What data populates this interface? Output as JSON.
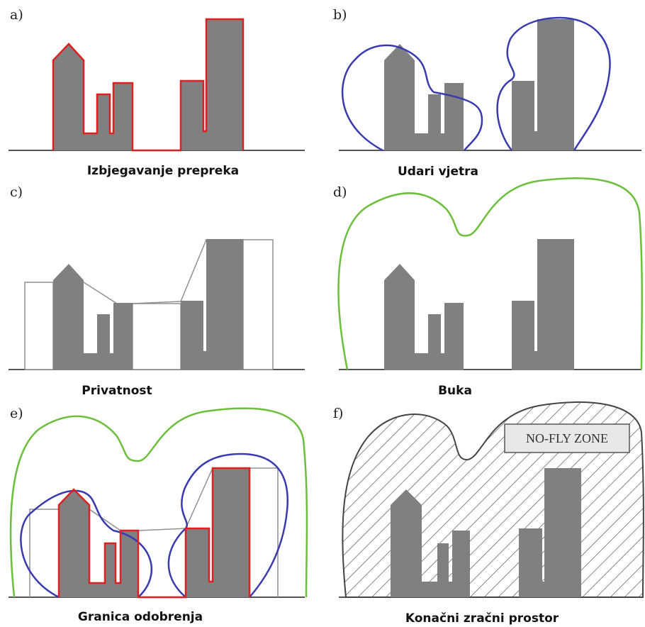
{
  "colors": {
    "building": "#808080",
    "obstacle_outline": "#e02020",
    "wind_outline": "#3a3ab0",
    "noise_outline": "#6cbf3c",
    "privacy_outline": "#909090",
    "ground": "#555555"
  },
  "panels": [
    {
      "id": "a",
      "label": "a)",
      "caption": "Izbjegavanje prepreka"
    },
    {
      "id": "b",
      "label": "b)",
      "caption": "Udari vjetra"
    },
    {
      "id": "c",
      "label": "c)",
      "caption": "Privatnost"
    },
    {
      "id": "d",
      "label": "d)",
      "caption": "Buka"
    },
    {
      "id": "e",
      "label": "e)",
      "caption": "Granica odobrenja"
    },
    {
      "id": "f",
      "label": "f)",
      "caption": "Konačni zračni prostor"
    }
  ],
  "no_fly_zone": {
    "label": "NO-FLY ZONE"
  }
}
